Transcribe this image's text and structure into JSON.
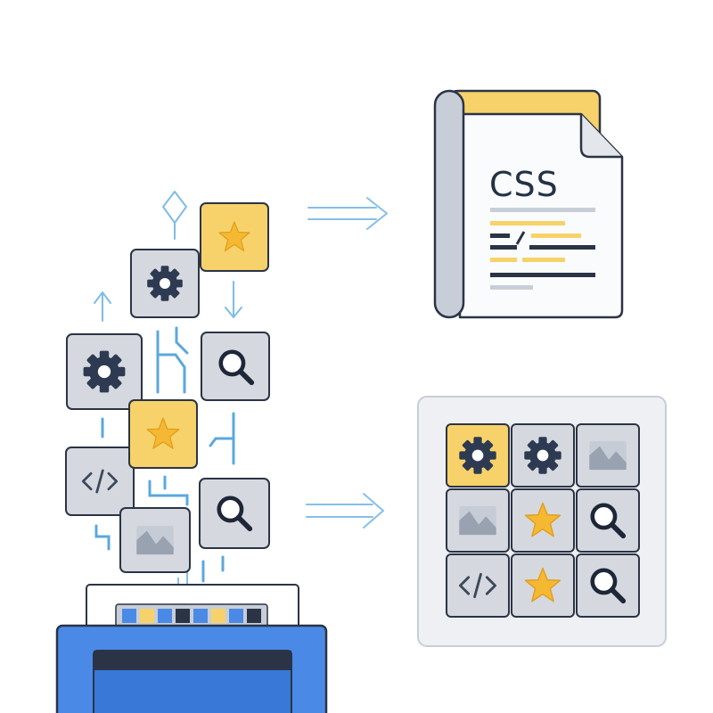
{
  "file_doc": {
    "label": "CSS",
    "colors": {
      "tab": "#f7d26a",
      "spine": "#c8ced8",
      "paper": "#fafbfc",
      "ink": "#243246"
    }
  },
  "palette": {
    "tile_gray": "#d5d8de",
    "tile_yellow": "#f7d26a",
    "outline": "#2b3446",
    "icon_dark": "#2d3a52",
    "star": "#f5b833",
    "mountain": "#a9b2bf",
    "arrow_blue": "#86bfe6",
    "connector_blue": "#5aa8de",
    "monitor_blue": "#4a8ae6",
    "monitor_dark": "#2b3446"
  },
  "icon_names": [
    "gear-icon",
    "star-icon",
    "search-icon",
    "code-icon",
    "image-icon",
    "up-arrow-icon",
    "down-arrow-icon",
    "right-arrow-icon",
    "css-file-icon"
  ],
  "grid_tiles": [
    {
      "icon": "gear",
      "highlight": true
    },
    {
      "icon": "gear",
      "highlight": false
    },
    {
      "icon": "image",
      "highlight": false
    },
    {
      "icon": "image",
      "highlight": false
    },
    {
      "icon": "star",
      "highlight": false
    },
    {
      "icon": "search",
      "highlight": false
    },
    {
      "icon": "code",
      "highlight": false
    },
    {
      "icon": "star",
      "highlight": false
    },
    {
      "icon": "search",
      "highlight": false
    }
  ],
  "monitor_strip": [
    "#4a8ae6",
    "#f7d26a",
    "#4a8ae6",
    "#2b3446",
    "#4a8ae6",
    "#f7d26a",
    "#4a8ae6",
    "#2b3446"
  ]
}
